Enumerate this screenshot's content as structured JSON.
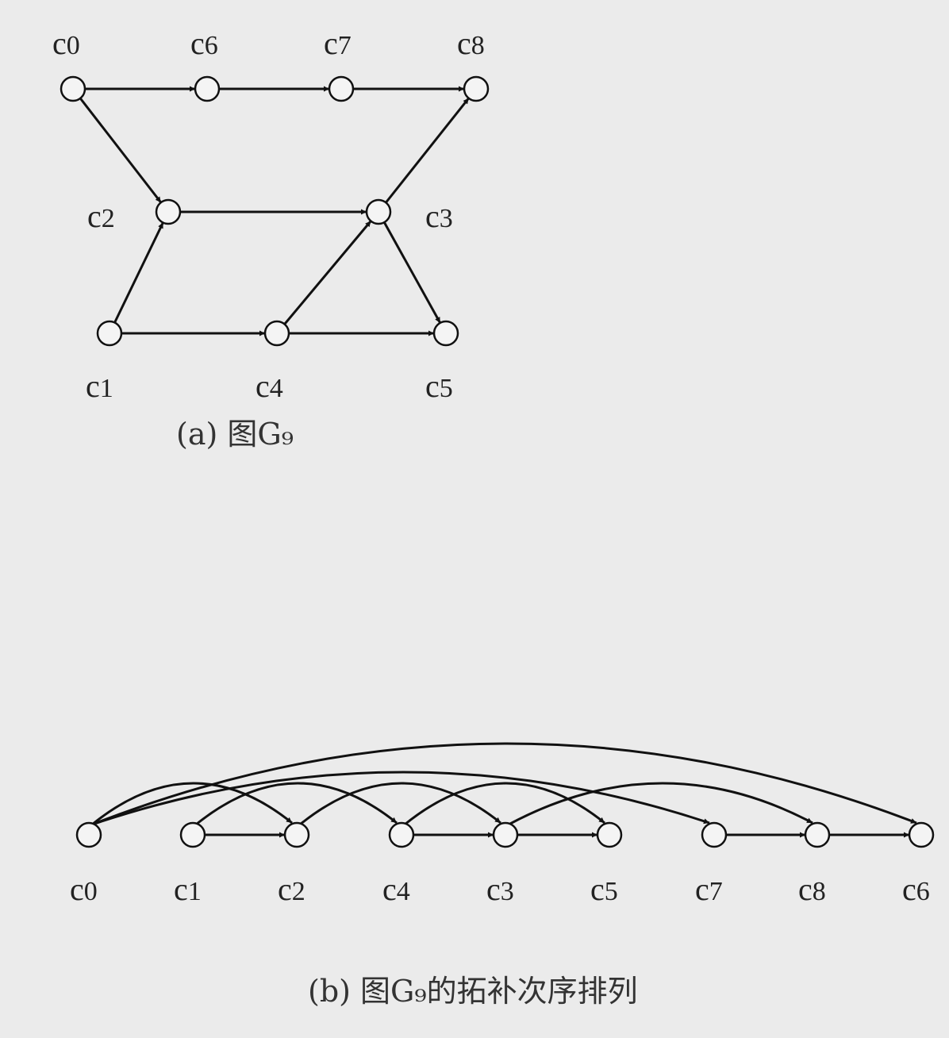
{
  "graph_a": {
    "caption": "(a) 图G₉",
    "nodes": [
      {
        "id": "c0",
        "label": "c0"
      },
      {
        "id": "c6",
        "label": "c6"
      },
      {
        "id": "c7",
        "label": "c7"
      },
      {
        "id": "c8",
        "label": "c8"
      },
      {
        "id": "c2",
        "label": "c2"
      },
      {
        "id": "c3",
        "label": "c3"
      },
      {
        "id": "c1",
        "label": "c1"
      },
      {
        "id": "c4",
        "label": "c4"
      },
      {
        "id": "c5",
        "label": "c5"
      }
    ],
    "edges": [
      [
        "c0",
        "c6"
      ],
      [
        "c6",
        "c7"
      ],
      [
        "c7",
        "c8"
      ],
      [
        "c0",
        "c2"
      ],
      [
        "c2",
        "c3"
      ],
      [
        "c3",
        "c8"
      ],
      [
        "c1",
        "c2"
      ],
      [
        "c1",
        "c4"
      ],
      [
        "c4",
        "c3"
      ],
      [
        "c4",
        "c5"
      ],
      [
        "c3",
        "c5"
      ]
    ]
  },
  "graph_b": {
    "caption": "(b) 图G₉的拓补次序排列",
    "order": [
      "c0",
      "c1",
      "c2",
      "c4",
      "c3",
      "c5",
      "c7",
      "c8",
      "c6"
    ],
    "edges": [
      [
        "c1",
        "c2"
      ],
      [
        "c4",
        "c3"
      ],
      [
        "c3",
        "c5"
      ],
      [
        "c7",
        "c8"
      ],
      [
        "c8",
        "c6"
      ],
      [
        "c0",
        "c2"
      ],
      [
        "c1",
        "c4"
      ],
      [
        "c2",
        "c3"
      ],
      [
        "c4",
        "c5"
      ],
      [
        "c3",
        "c8"
      ],
      [
        "c0",
        "c7"
      ],
      [
        "c0",
        "c6"
      ]
    ]
  }
}
